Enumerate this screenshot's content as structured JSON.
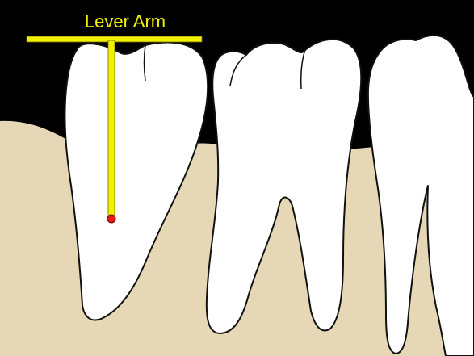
{
  "diagram": {
    "label": "Lever Arm",
    "colors": {
      "background": "#000000",
      "bone": "#e6d6b0",
      "bone_speckle": "#c9b78e",
      "tooth_fill": "#ffffff",
      "tooth_outline": "#111111",
      "lever": "#f2f200",
      "lever_outline": "#6a6a00",
      "label": "#f2f200",
      "fulcrum": "#e21a1a"
    },
    "teeth": [
      {
        "name": "premolar"
      },
      {
        "name": "first-molar"
      },
      {
        "name": "second-molar"
      }
    ]
  }
}
